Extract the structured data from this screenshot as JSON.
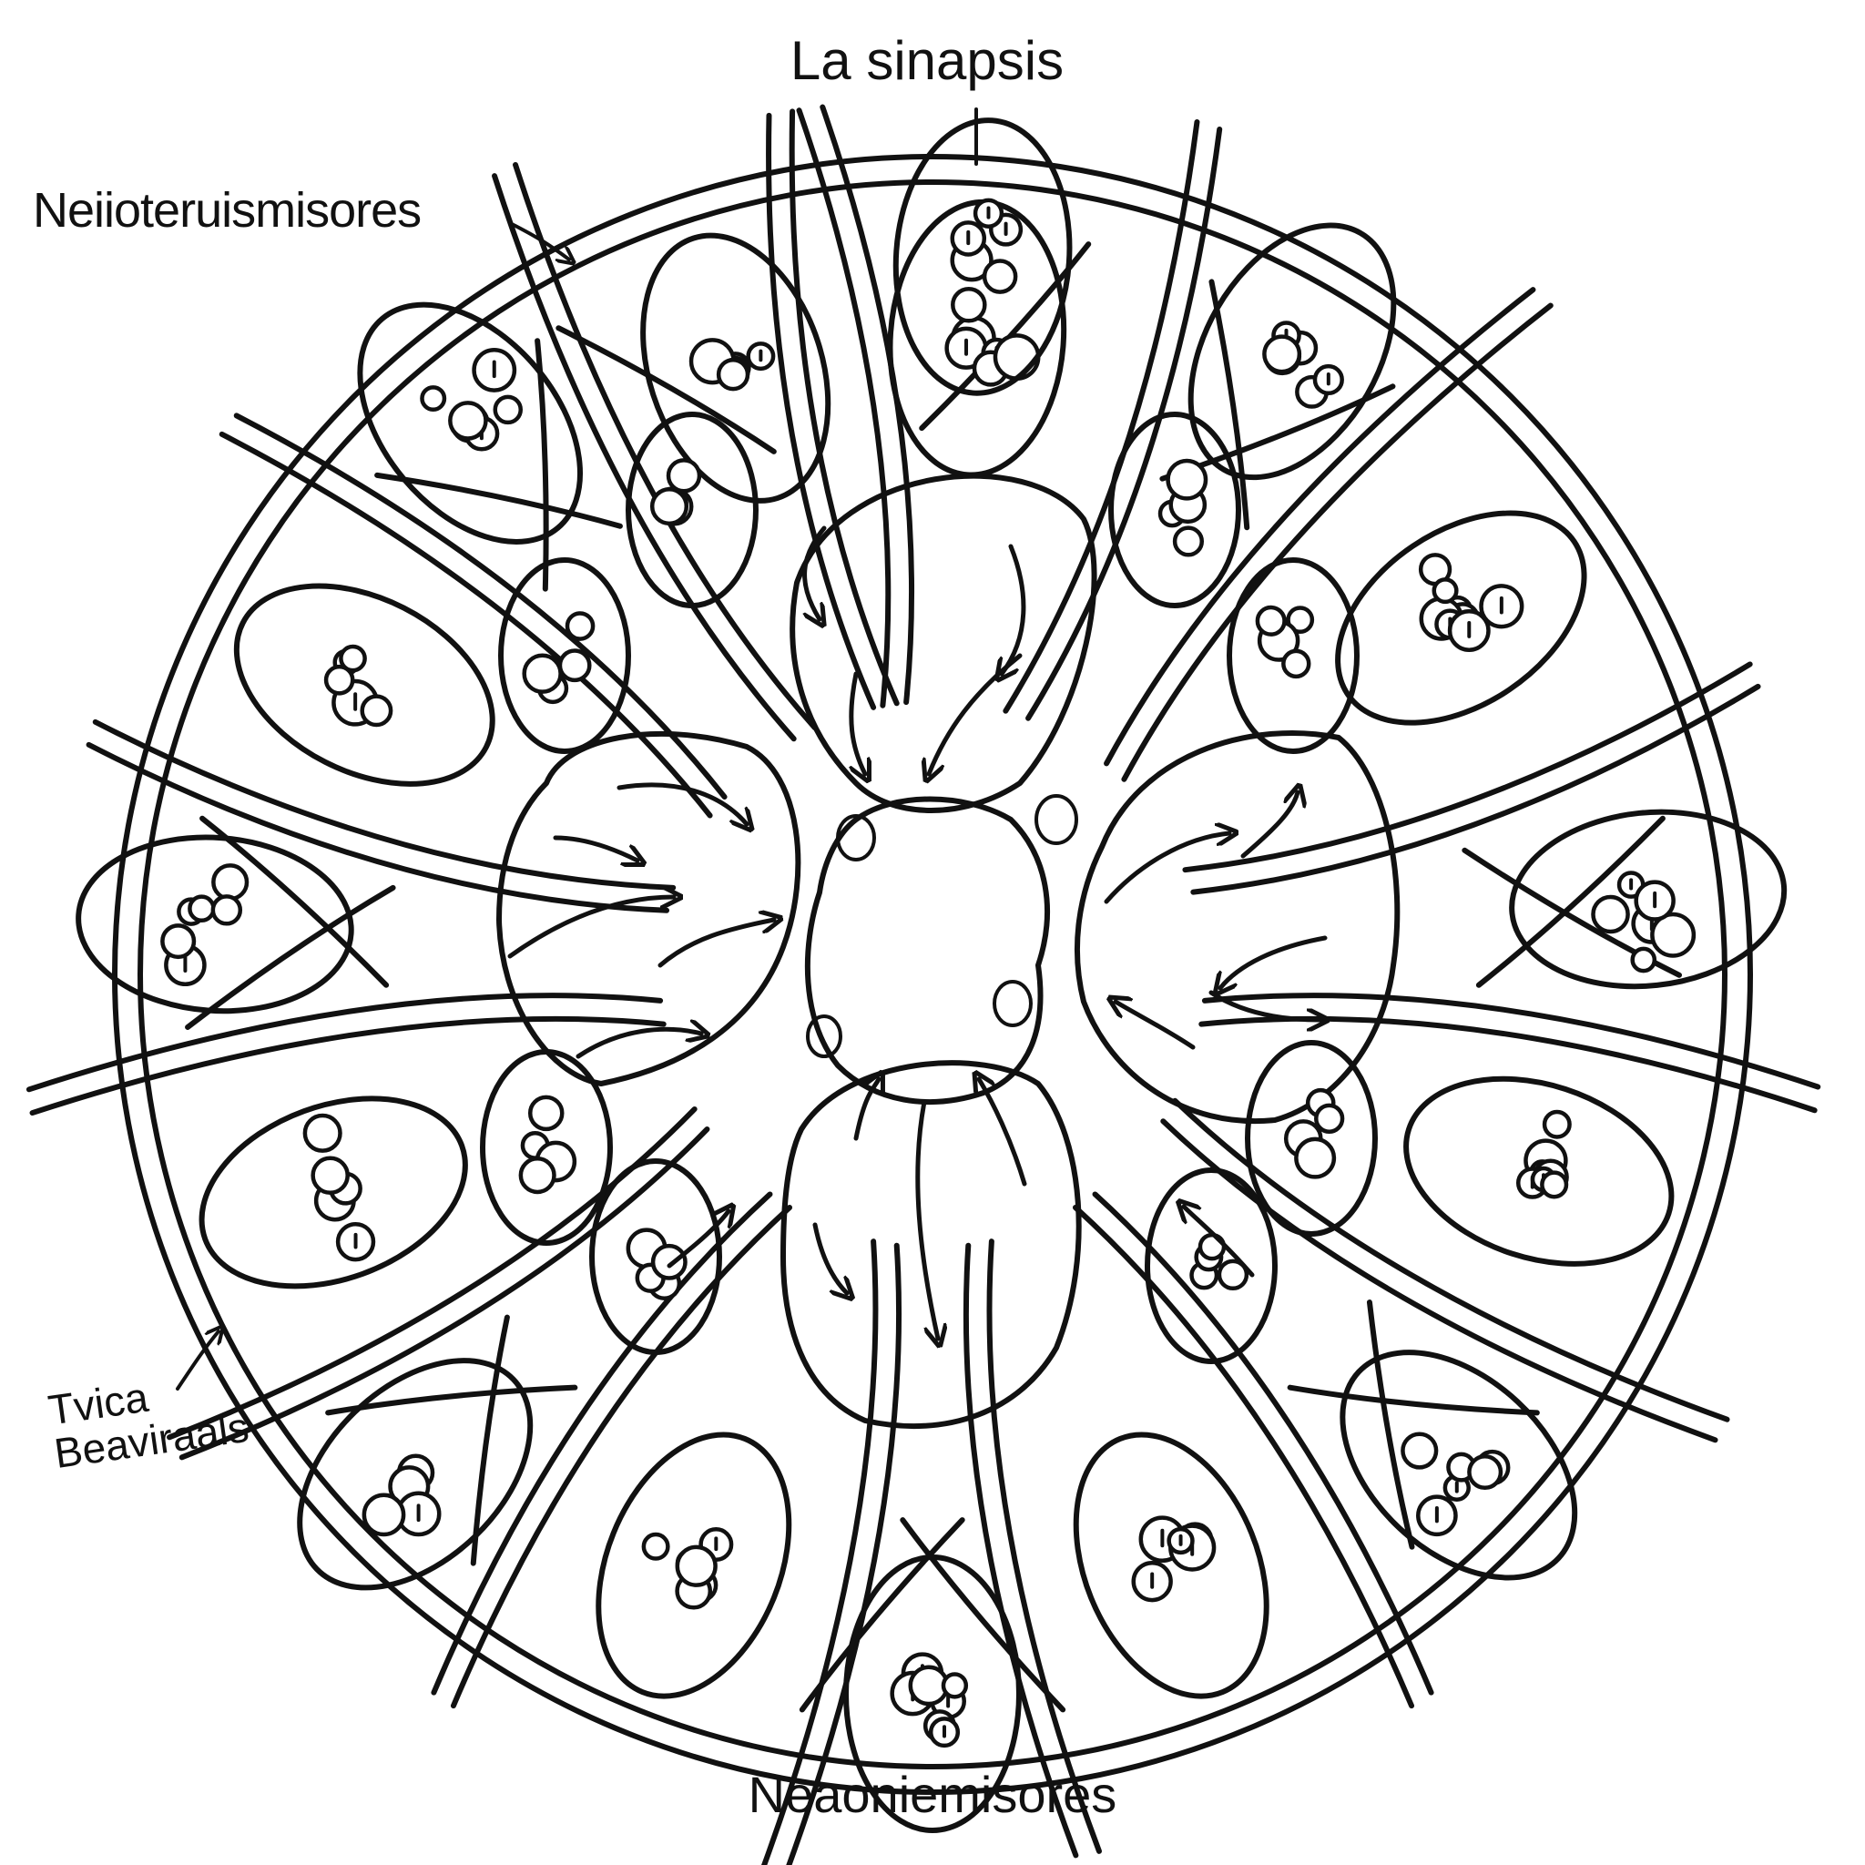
{
  "title": "La sinapsis",
  "labels": {
    "top_left": "Neiioteruismisores",
    "bottom": "Neaoniemisores",
    "side_line1": "Tvica",
    "side_line2": "Beaviraals"
  },
  "colors": {
    "ink": "#111111",
    "background": "#ffffff"
  }
}
